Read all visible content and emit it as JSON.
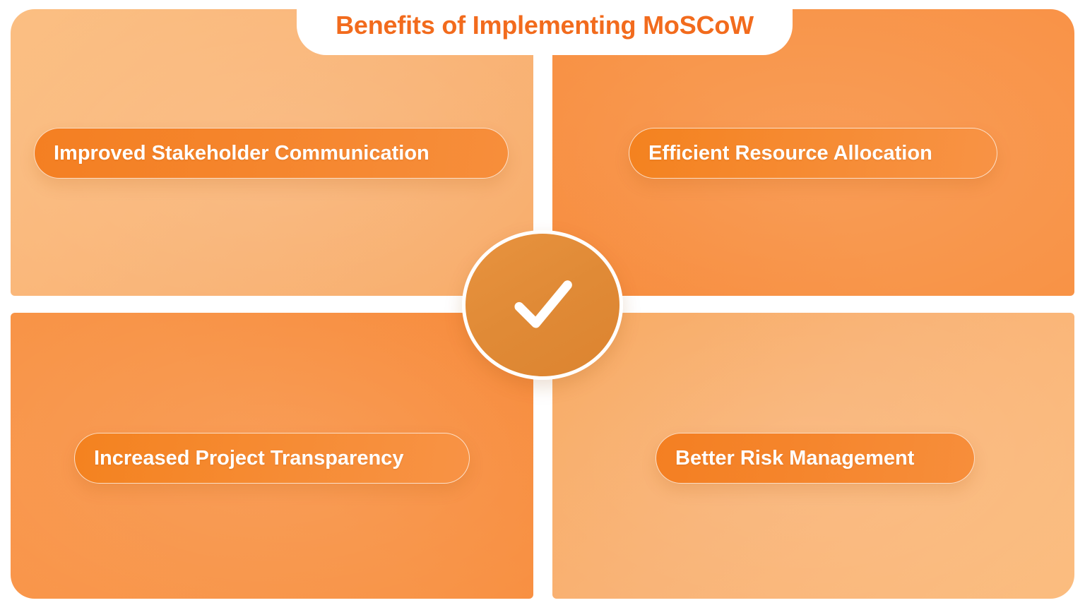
{
  "header": {
    "title": "Benefits of Implementing MoSCoW"
  },
  "center": {
    "icon": "check-icon",
    "icon_label": "check"
  },
  "colors": {
    "accent": "#F26B1D",
    "card_light": "#F9B274",
    "card_dark": "#F89244",
    "pill_fill": "#F5852C",
    "badge_fill": "#E08A36",
    "text_on_pill": "#FFFFFF",
    "background": "#FFFFFF"
  },
  "quadrants": [
    {
      "position": "top-left",
      "tone": "light",
      "label": "Improved Stakeholder Communication"
    },
    {
      "position": "top-right",
      "tone": "dark",
      "label": "Efficient Resource Allocation"
    },
    {
      "position": "bottom-left",
      "tone": "dark",
      "label": "Increased Project Transparency"
    },
    {
      "position": "bottom-right",
      "tone": "light",
      "label": "Better Risk Management"
    }
  ]
}
